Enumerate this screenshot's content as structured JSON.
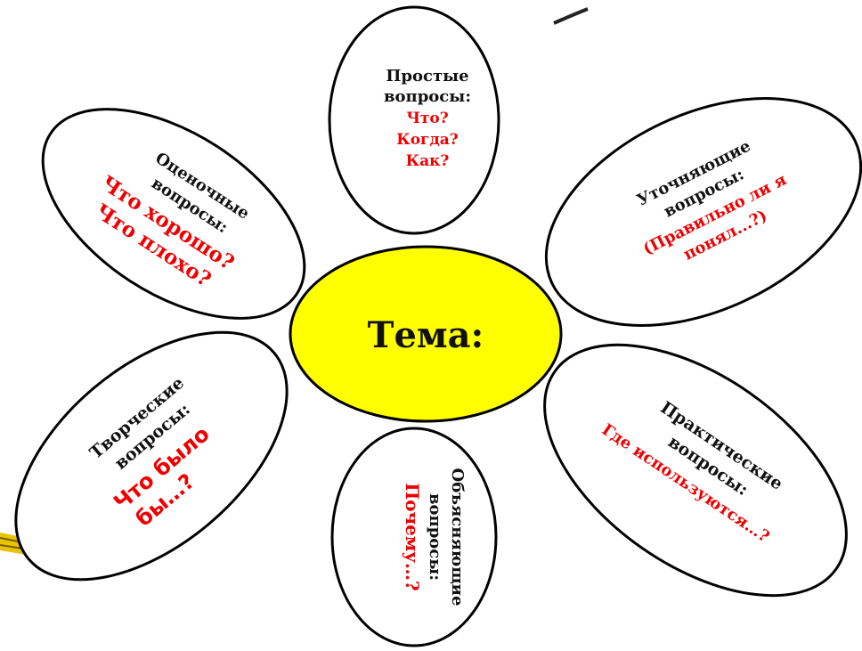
{
  "center": {
    "label": "Тема:",
    "fill": "#ffff00"
  },
  "colors": {
    "heading": "#111111",
    "question": "#ee0000",
    "outline": "#000000",
    "petal": "#ffffff"
  },
  "petals": {
    "simple": {
      "heading_1": "Простые",
      "heading_2": "вопросы:",
      "q1": "Что?",
      "q2": "Когда?",
      "q3": "Как?"
    },
    "clarifying": {
      "heading_1": "Уточняющие",
      "heading_2": "вопросы:",
      "q1": "(Правильно ли я",
      "q2": "понял...?)"
    },
    "practical": {
      "heading_1": "Практические",
      "heading_2": "вопросы:",
      "q1": "Где используются…?"
    },
    "explanatory": {
      "heading_1": "Объясняющие",
      "heading_2": "вопросы:",
      "q1": "Почему…?"
    },
    "creative": {
      "heading_1": "Творческие",
      "heading_2": "вопросы:",
      "q1": "Что было",
      "q2": "бы…?"
    },
    "evaluative": {
      "heading_1": "Оценочные",
      "heading_2": "вопросы:",
      "q1": "Что хорошо?",
      "q2": "Что плохо?"
    }
  }
}
